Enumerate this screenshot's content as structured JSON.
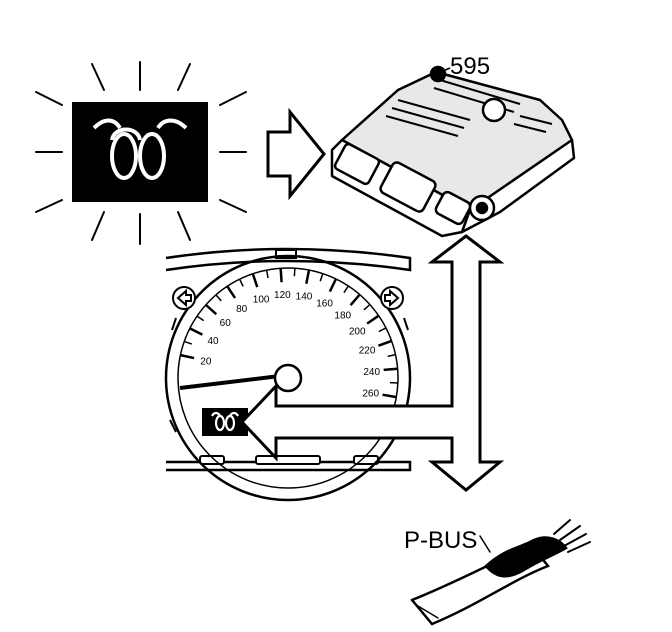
{
  "labels": {
    "module_number": "595",
    "bus_name": "P-BUS"
  },
  "speedometer": {
    "scale": [
      "20",
      "40",
      "60",
      "80",
      "100",
      "120",
      "140",
      "160",
      "180",
      "200",
      "220",
      "240",
      "260"
    ]
  },
  "icons": {
    "warning_lamp": "glow-plug-coil-icon",
    "cluster_indicator": "glow-plug-coil-icon",
    "left_turn": "left-turn-arrow-icon",
    "right_turn": "right-turn-arrow-icon"
  },
  "colors": {
    "line": "#000000",
    "background": "#ffffff"
  }
}
